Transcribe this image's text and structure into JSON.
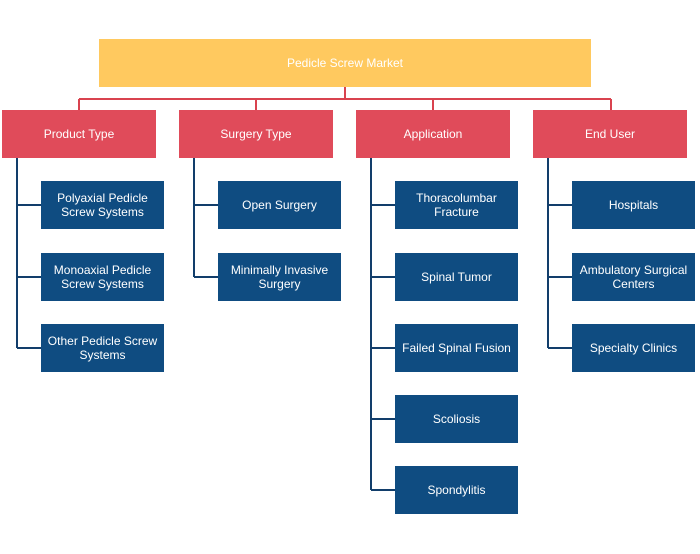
{
  "root": {
    "label": "Pedicle Screw Market"
  },
  "categories": [
    {
      "label": "Product Type",
      "children": [
        "Polyaxial Pedicle Screw Systems",
        "Monoaxial Pedicle Screw Systems",
        "Other Pedicle Screw Systems"
      ]
    },
    {
      "label": "Surgery Type",
      "children": [
        "Open Surgery",
        "Minimally Invasive Surgery"
      ]
    },
    {
      "label": "Application",
      "children": [
        "Thoracolumbar Fracture",
        "Spinal Tumor",
        "Failed Spinal Fusion",
        "Scoliosis",
        "Spondylitis"
      ]
    },
    {
      "label": "End User",
      "children": [
        "Hospitals",
        "Ambulatory Surgical Centers",
        "Specialty Clinics"
      ]
    }
  ],
  "colors": {
    "root": "#ffc95f",
    "category": "#e04b5a",
    "leaf": "#0f4c81",
    "connector_top": "#d9434f",
    "connector_branch": "#123e6b"
  }
}
